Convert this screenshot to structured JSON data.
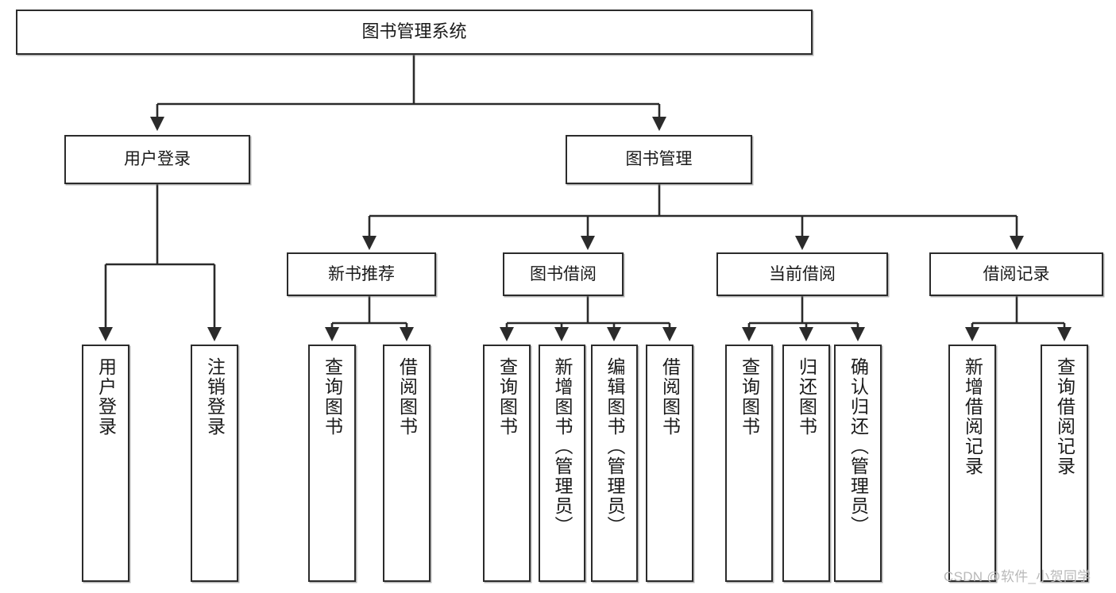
{
  "diagram": {
    "title": "图书管理系统",
    "type": "hierarchy-tree",
    "root": {
      "label": "图书管理系统"
    },
    "level1": [
      {
        "label": "用户登录"
      },
      {
        "label": "图书管理"
      }
    ],
    "level2": [
      {
        "label": "新书推荐"
      },
      {
        "label": "图书借阅"
      },
      {
        "label": "当前借阅"
      },
      {
        "label": "借阅记录"
      }
    ],
    "leaves": {
      "user_login": [
        {
          "label": "用户登录"
        },
        {
          "label": "注销登录"
        }
      ],
      "new_book_recommend": [
        {
          "label": "查询图书"
        },
        {
          "label": "借阅图书"
        }
      ],
      "book_borrow": [
        {
          "label": "查询图书"
        },
        {
          "label": "新增图书（管理员）"
        },
        {
          "label": "编辑图书（管理员）"
        },
        {
          "label": "借阅图书"
        }
      ],
      "current_borrow": [
        {
          "label": "查询图书"
        },
        {
          "label": "归还图书"
        },
        {
          "label": "确认归还（管理员）"
        }
      ],
      "borrow_record": [
        {
          "label": "新增借阅记录"
        },
        {
          "label": "查询借阅记录"
        }
      ]
    }
  },
  "watermark": {
    "text": "CSDN @软件_小贺同学"
  },
  "colors": {
    "stroke": "#2b2b2b",
    "fill": "#ffffff",
    "text": "#1a1a1a",
    "watermark": "#b9b9b9"
  }
}
